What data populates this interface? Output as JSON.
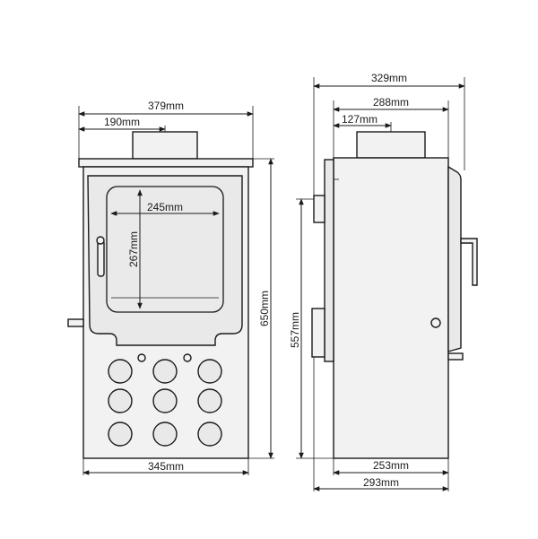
{
  "front_view": {
    "overall_width": "379mm",
    "flue_offset": "190mm",
    "glass_width": "245mm",
    "glass_height": "267mm",
    "overall_height": "650mm",
    "base_width": "345mm"
  },
  "side_view": {
    "overall_depth": "329mm",
    "body_depth": "288mm",
    "flue_offset": "127mm",
    "flue_height": "557mm",
    "base_depth": "253mm",
    "total_base_depth": "293mm"
  },
  "colors": {
    "line": "#1a1a1a",
    "fill": "#f2f2f2"
  }
}
